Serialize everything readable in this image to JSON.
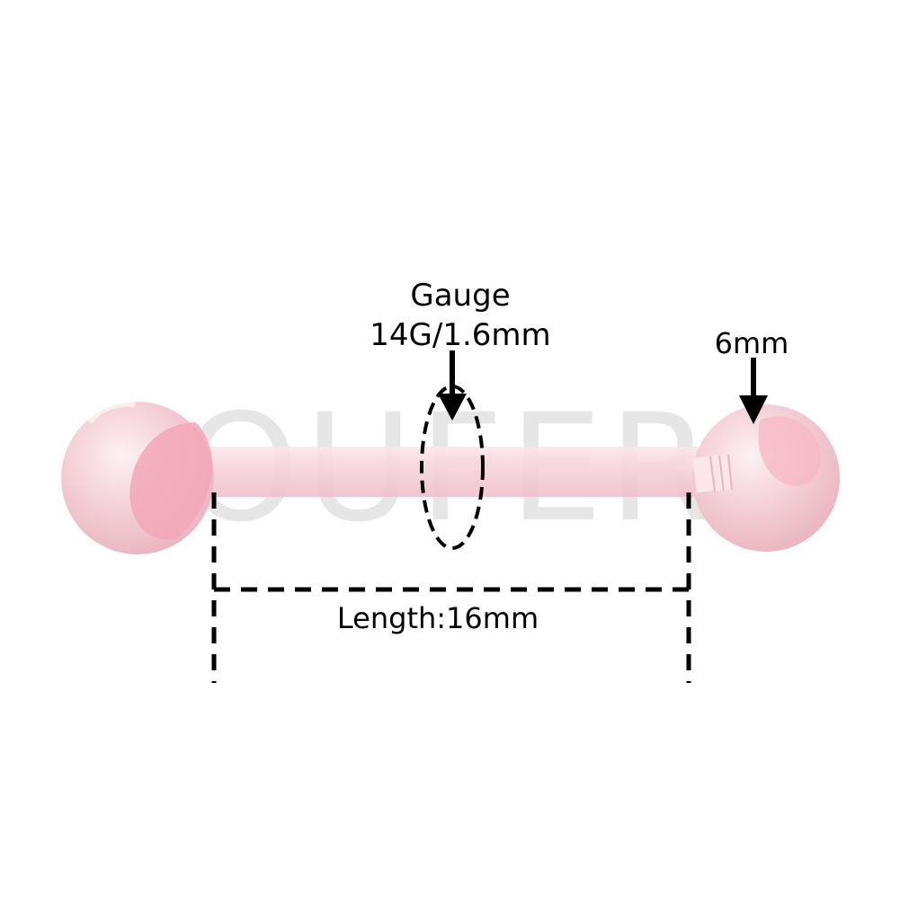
{
  "watermark": "OUFER",
  "labels": {
    "gauge_title": "Gauge",
    "gauge_value": "14G/1.6mm",
    "ball_size": "6mm",
    "length": "Length:16mm"
  },
  "colors": {
    "background": "#ffffff",
    "ink": "#000000",
    "bar": "#f7d3db",
    "ball": "#f2c9d1",
    "ball_highlight": "#fbe3e8",
    "ball_swirl": "#f4a6b8",
    "watermark": "#d9d9d9"
  }
}
